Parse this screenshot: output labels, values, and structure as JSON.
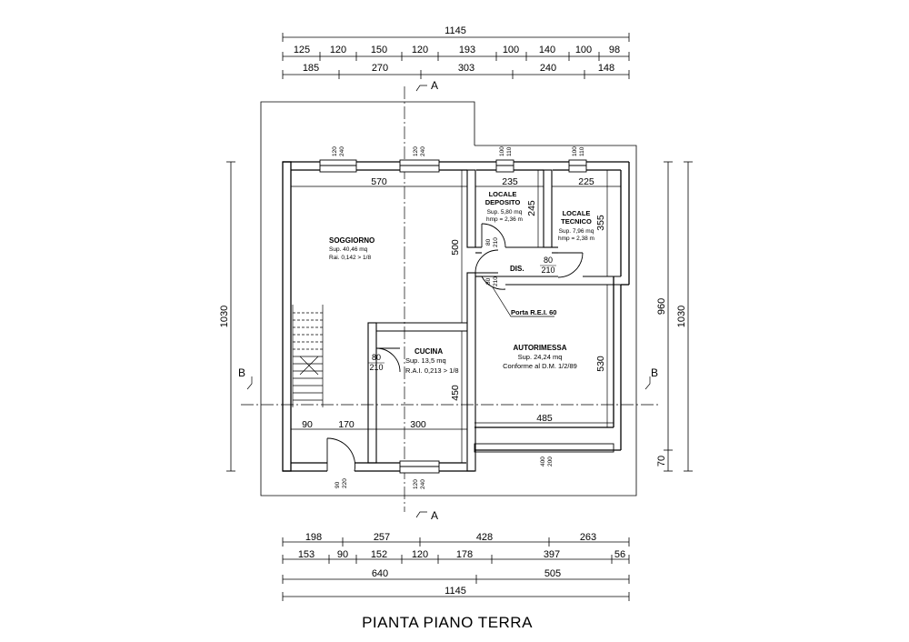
{
  "title": "PIANTA PIANO TERRA",
  "top_dims": {
    "total": "1145",
    "row1": [
      "125",
      "120",
      "150",
      "120",
      "193",
      "100",
      "140",
      "100",
      "98"
    ],
    "row2": [
      "185",
      "270",
      "303",
      "240",
      "148"
    ]
  },
  "bottom_dims": {
    "row1": [
      "198",
      "257",
      "428",
      "263"
    ],
    "row2": [
      "153",
      "90",
      "152",
      "120",
      "178",
      "397",
      "56"
    ],
    "row3": [
      "640",
      "505"
    ],
    "total": "1145"
  },
  "side_dims": {
    "left_total": "1030",
    "right_960": "960",
    "right_1030": "1030",
    "right_70": "70"
  },
  "sections": {
    "a_top": "A",
    "a_bottom": "A",
    "b_left": "B",
    "b_right": "B"
  },
  "rooms": {
    "soggiorno": {
      "name": "SOGGIORNO",
      "sup": "Sup. 40,46 mq",
      "rai": "Rai. 0,142 > 1/8"
    },
    "cucina": {
      "name": "CUCINA",
      "sup": "Sup. 13,5 mq",
      "rai": "R.A.I. 0,213 > 1/8"
    },
    "deposito": {
      "name1": "LOCALE",
      "name2": "DEPOSITO",
      "sup": "Sup. 5,80 mq",
      "hmp": "hmp = 2,36 m"
    },
    "tecnico": {
      "name1": "LOCALE",
      "name2": "TECNICO",
      "sup": "Sup. 7,96 mq",
      "hmp": "hmp = 2,38 m"
    },
    "autorimessa": {
      "name": "AUTORIMESSA",
      "sup": "Sup. 24,24 mq",
      "note": "Conforme al D.M. 1/2/89"
    },
    "dis": {
      "name": "DIS."
    }
  },
  "porta_label": "Porta R.E.I. 60",
  "internal_dims": {
    "d570": "570",
    "d235": "235",
    "d225": "225",
    "d500": "500",
    "d245": "245",
    "d355": "355",
    "d450": "450",
    "d530": "530",
    "d485": "485",
    "d90": "90",
    "d170": "170",
    "d300": "300"
  },
  "windows": {
    "w1a": "120",
    "w1b": "240",
    "w2a": "120",
    "w2b": "240",
    "w3a": "100",
    "w3b": "110",
    "w4a": "100",
    "w4b": "110",
    "wb1": "120",
    "wb2": "240",
    "wg1": "400",
    "wg2": "200",
    "wd1": "90",
    "wd2": "220"
  },
  "doors": {
    "dep_a": "80",
    "dep_b": "210",
    "dis_a": "80",
    "dis_b": "210",
    "tec_a": "80",
    "tec_b": "210",
    "cuc_a": "80",
    "cuc_b": "210"
  }
}
